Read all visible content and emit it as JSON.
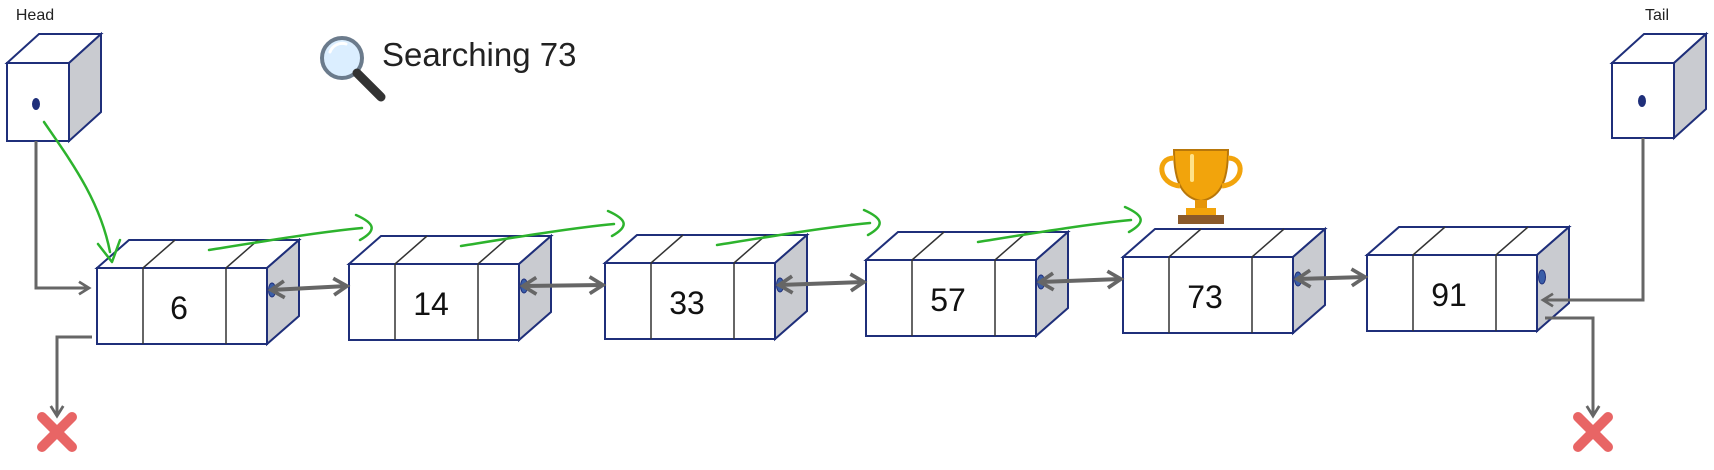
{
  "head_label": "Head",
  "tail_label": "Tail",
  "search": {
    "text": "Searching 73",
    "target": 73,
    "icon": "magnifier-icon"
  },
  "list": {
    "values": [
      6,
      14,
      33,
      57,
      73,
      91
    ],
    "found_index": 4
  },
  "icons": {
    "found": "trophy-icon",
    "null_marker": "red-x-icon"
  },
  "colors": {
    "box_border": "#1f2f7a",
    "box_side": "#c9cbd0",
    "arrow": "#666666",
    "path": "#2db32d",
    "null_x": "#e86565",
    "trophy": "#f2a40c"
  }
}
